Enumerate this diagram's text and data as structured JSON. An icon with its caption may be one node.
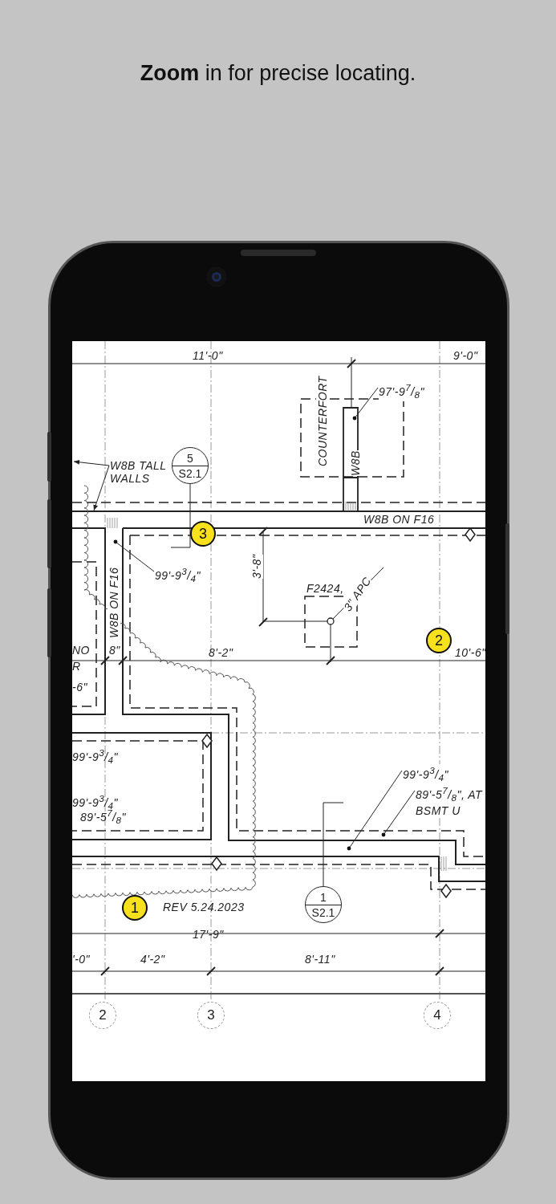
{
  "diagram": {
    "title": "**Zoom** in for precise locating.",
    "nodes": [
      {
        "text": [
          "3"
        ]
      },
      {
        "text": [
          "2"
        ]
      },
      {
        "text": [
          "1"
        ]
      },
      {
        "text": [
          "5",
          "S2.1"
        ]
      },
      {
        "text": [
          "1",
          "S2.1"
        ]
      },
      {
        "text": [
          "2"
        ]
      },
      {
        "text": [
          "3"
        ]
      },
      {
        "text": [
          "4"
        ]
      },
      {
        "text": [
          "W8B TALL WALLS"
        ]
      },
      {
        "text": [
          "99'-9$^{3}$/$_{4}$\""
        ]
      },
      {
        "text": [
          "97'-9$^{7}$/$_{8}$\""
        ]
      },
      {
        "text": [
          "99'-9$^{3}$/$_{4}$\""
        ]
      },
      {
        "text": [
          "89'-5$^{7}$/$_{8}$\", AT BSMT U"
        ]
      }
    ],
    "edges": [
      {
        "from": 8,
        "to": null,
        "arrow": "to"
      },
      {
        "from": 8,
        "to": null,
        "arrow": "to"
      },
      {
        "from": 9,
        "to": null,
        "arrow": "other"
      },
      {
        "from": 10,
        "to": null,
        "arrow": "other"
      },
      {
        "from": 11,
        "to": null,
        "arrow": "other"
      },
      {
        "from": 12,
        "to": null,
        "arrow": "other"
      }
    ],
    "labels": [
      "11'-0\"",
      "9'-0\"",
      "COUNTERFORT",
      "W8B",
      "W8B ON F16",
      "W8B ON F16",
      "3'-8\"",
      "F2424,",
      "3\" APC",
      "NO",
      "8\"",
      "8'-2\"",
      "10'-6\"",
      "R",
      "-6\"",
      "99'-9$^{3}$/$_{4}$\"",
      "99'-9$^{3}$/$_{4}$\"",
      "89'-5$^{7}$/$_{8}$\"",
      "REV 5.24.2023",
      "17'-9\"",
      "'-0\"",
      "4'-2\"",
      "8'-11\""
    ]
  }
}
